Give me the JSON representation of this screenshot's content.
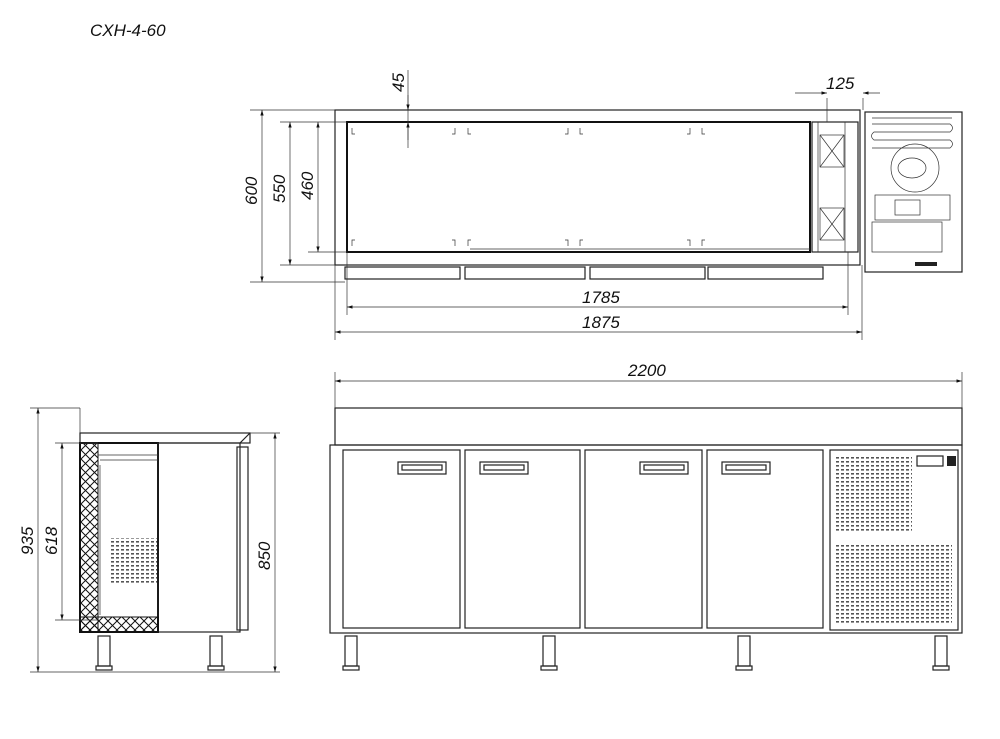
{
  "title": "CXH-4-60",
  "top_view": {
    "dim_depth_total": "600",
    "dim_depth_body": "550",
    "dim_depth_inner": "460",
    "dim_wall": "45",
    "dim_compressor": "125",
    "dim_inner_length": "1785",
    "dim_body_length": "1875"
  },
  "front_view": {
    "dim_total_length": "2200",
    "door_count": 4
  },
  "side_view": {
    "dim_total_height": "935",
    "dim_inner_height": "618",
    "dim_working_height": "850"
  }
}
